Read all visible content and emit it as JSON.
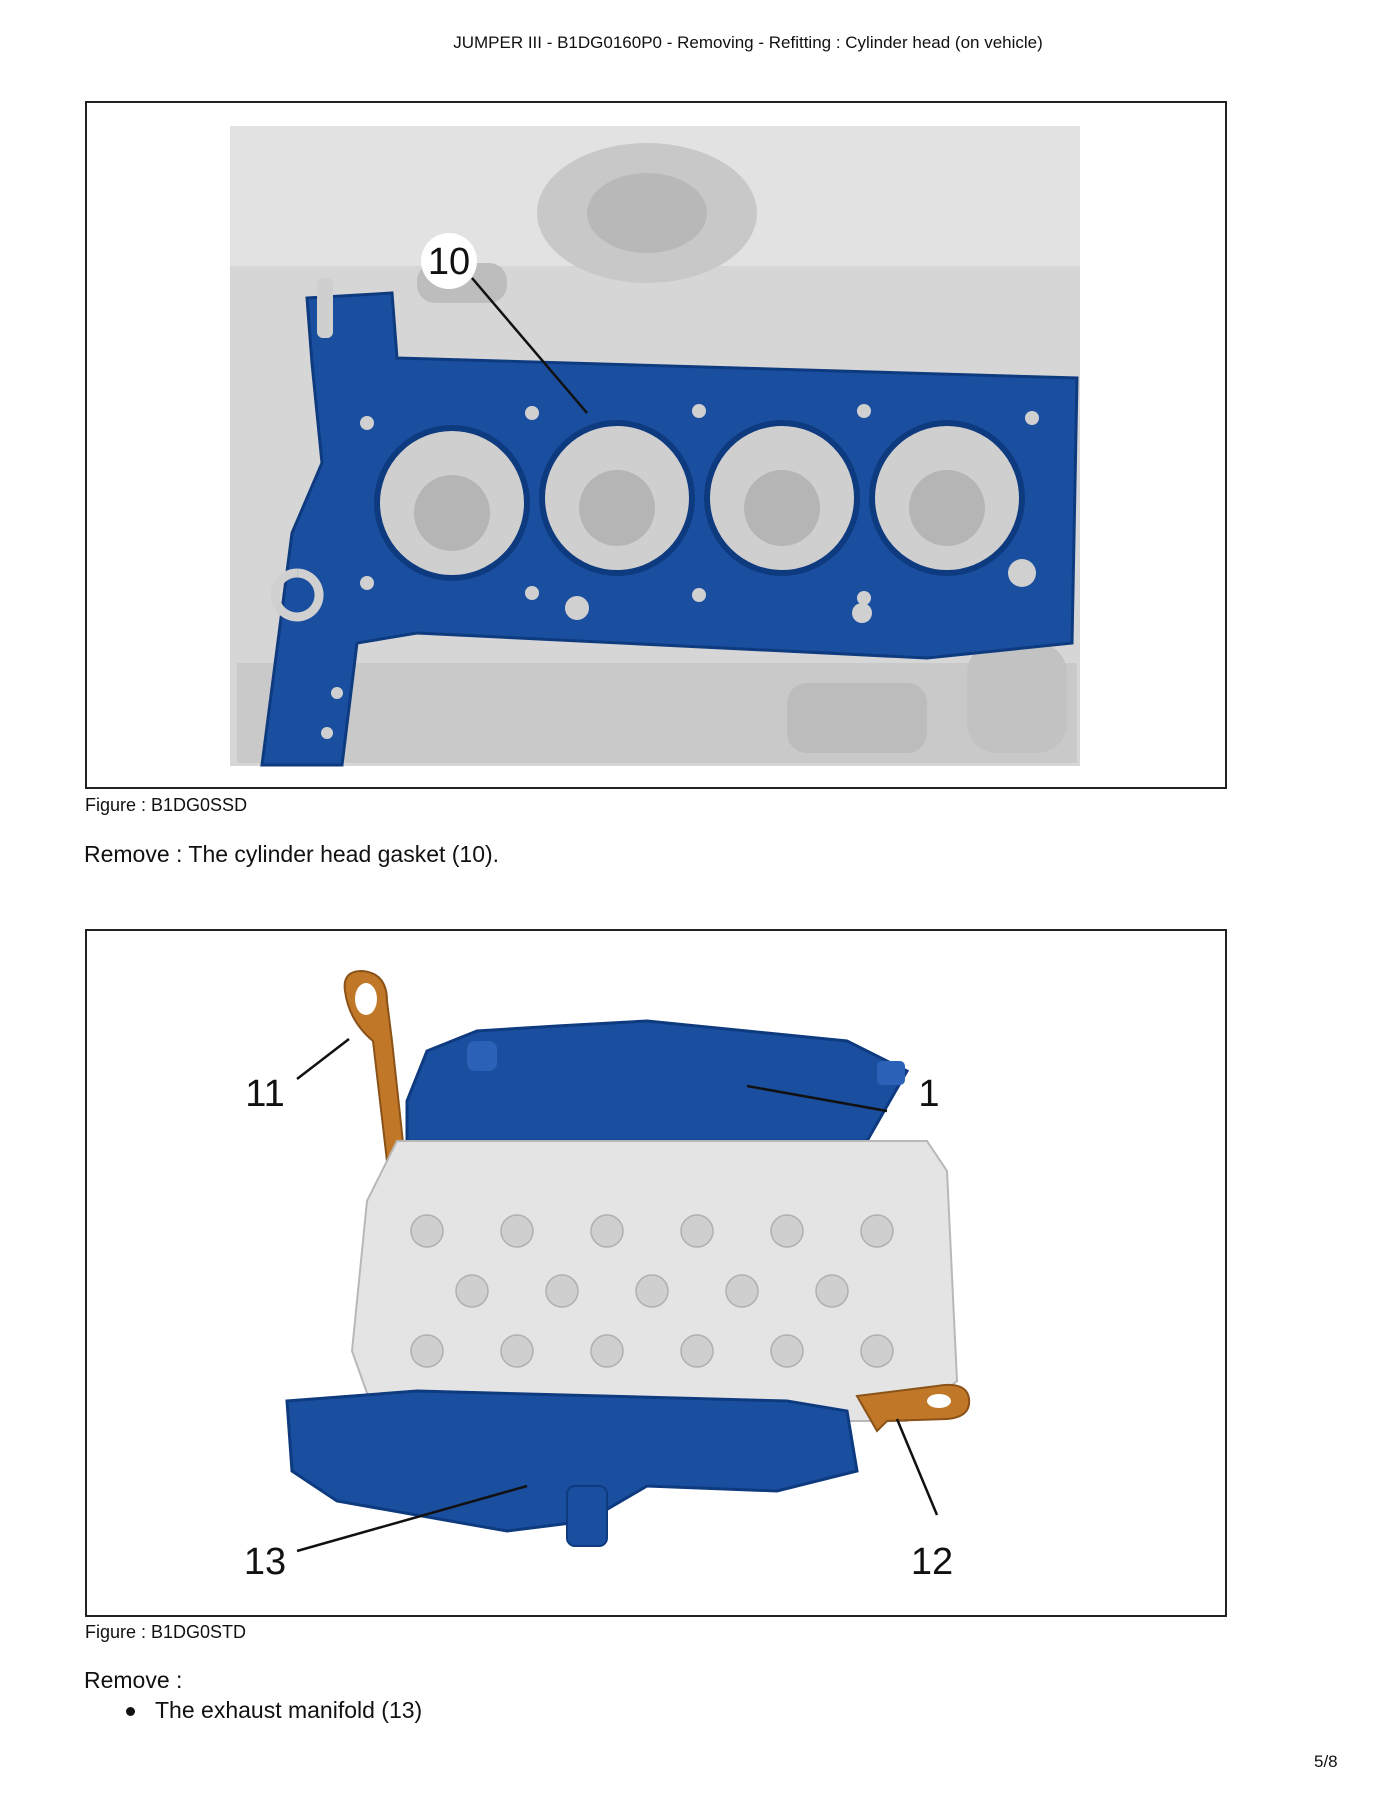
{
  "header": {
    "title": "JUMPER III - B1DG0160P0 - Removing - Refitting : Cylinder head (on vehicle)"
  },
  "figure1": {
    "caption": "Figure : B1DG0SSD",
    "callouts": [
      "10"
    ],
    "colors": {
      "highlight": "#1a4fa0",
      "background": "#d8d8d8"
    }
  },
  "step1": {
    "text": "Remove : The cylinder head gasket (10)."
  },
  "figure2": {
    "caption": "Figure : B1DG0STD",
    "callouts": [
      "11",
      "1",
      "13",
      "12"
    ],
    "colors": {
      "blue_part": "#1a4fa0",
      "orange_part": "#c07828",
      "head": "#e4e4e4"
    }
  },
  "step2": {
    "text": "Remove :",
    "items": [
      "The exhaust manifold (13)"
    ]
  },
  "footer": {
    "page": "5/8"
  }
}
